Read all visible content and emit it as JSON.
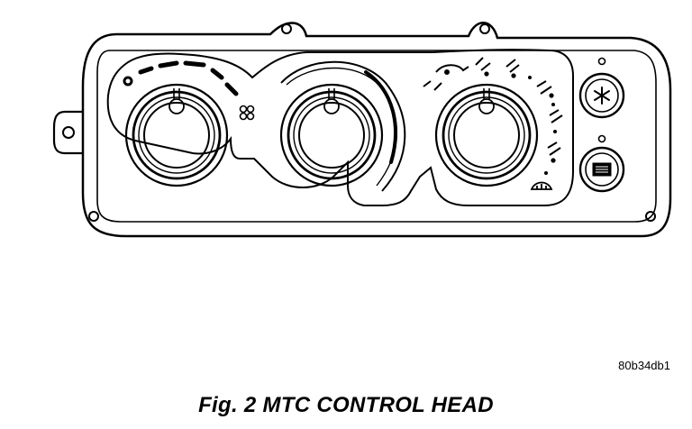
{
  "figure": {
    "reference_id": "80b34db1",
    "caption": "Fig. 2 MTC CONTROL HEAD"
  },
  "controls": {
    "knobs": [
      "blower-speed-knob",
      "temperature-knob",
      "mode-knob"
    ],
    "buttons": [
      {
        "name": "ac-button",
        "icon": "snowflake-icon"
      },
      {
        "name": "rear-defrost-button",
        "icon": "rear-defrost-icon"
      }
    ]
  },
  "colors": {
    "line": "#000000",
    "background": "#ffffff"
  }
}
